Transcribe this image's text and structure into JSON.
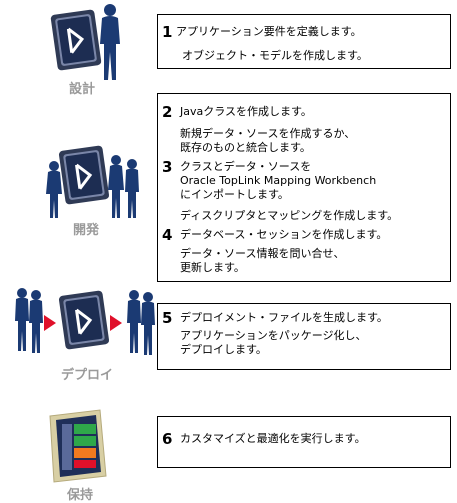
{
  "stages": [
    {
      "label": "設計",
      "steps": [
        {
          "number": "1",
          "lines": [
            "アプリケーション要件を定義します。"
          ]
        },
        {
          "number": "",
          "lines": [
            "オブジェクト・モデルを作成します。"
          ]
        }
      ]
    },
    {
      "label": "開発",
      "steps": [
        {
          "number": "2",
          "lines": [
            "Javaクラスを作成します。"
          ]
        },
        {
          "number": "",
          "lines": [
            "新規データ・ソースを作成するか、",
            "既存のものと統合します。"
          ]
        },
        {
          "number": "3",
          "lines": [
            "クラスとデータ・ソースを",
            "Oracle TopLink Mapping Workbench",
            "にインポートします。"
          ]
        },
        {
          "number": "",
          "lines": [
            "ディスクリプタとマッピングを作成します。"
          ]
        },
        {
          "number": "4",
          "lines": [
            "データベース・セッションを作成します。"
          ]
        },
        {
          "number": "",
          "lines": [
            "データ・ソース情報を問い合せ、",
            "更新します。"
          ]
        }
      ]
    },
    {
      "label": "デプロイ",
      "steps": [
        {
          "number": "5",
          "lines": [
            "デプロイメント・ファイルを生成します。"
          ]
        },
        {
          "number": "",
          "lines": [
            "アプリケーションをパッケージ化し、",
            "デプロイします。"
          ]
        }
      ]
    },
    {
      "label": "保持",
      "steps": [
        {
          "number": "6",
          "lines": [
            "カスタマイズと最適化を実行します。"
          ]
        }
      ]
    }
  ],
  "colors": {
    "figure": "#1b3a73",
    "label": "#9a9a9a",
    "arrow": "#e0102a"
  }
}
